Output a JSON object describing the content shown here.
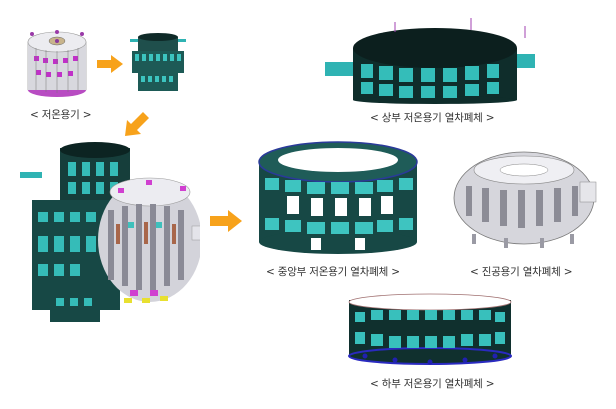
{
  "colors": {
    "arrow": "#f7a21b",
    "teal": "#2fb3b3",
    "dark_frame": "#10302e",
    "grey_vessel": "#d6d6dc",
    "magenta": "#c040c8",
    "caption_text": "#333333"
  },
  "figures": {
    "cryostat": {
      "caption": "< 저온용기 >",
      "icon": "cryostat-assembly"
    },
    "cryostat_frame": {
      "icon": "cryostat-frame-small"
    },
    "full_assembly": {
      "icon": "tokamak-cutaway-assembly"
    },
    "upper": {
      "caption": "< 상부 저온용기 열차폐체 >",
      "icon": "upper-cryostat-thermal-shield"
    },
    "middle": {
      "caption": "< 중앙부 저온용기 열차폐체 >",
      "icon": "middle-cryostat-thermal-shield"
    },
    "vacuum": {
      "caption": "< 진공용기 열차폐체 >",
      "icon": "vacuum-vessel-thermal-shield"
    },
    "lower": {
      "caption": "< 하부 저온용기 열차폐체 >",
      "icon": "lower-cryostat-thermal-shield"
    }
  },
  "arrows": [
    {
      "id": "arrow-right-top",
      "direction": "right"
    },
    {
      "id": "arrow-down-left",
      "direction": "down-left"
    },
    {
      "id": "arrow-right-middle",
      "direction": "right"
    }
  ]
}
